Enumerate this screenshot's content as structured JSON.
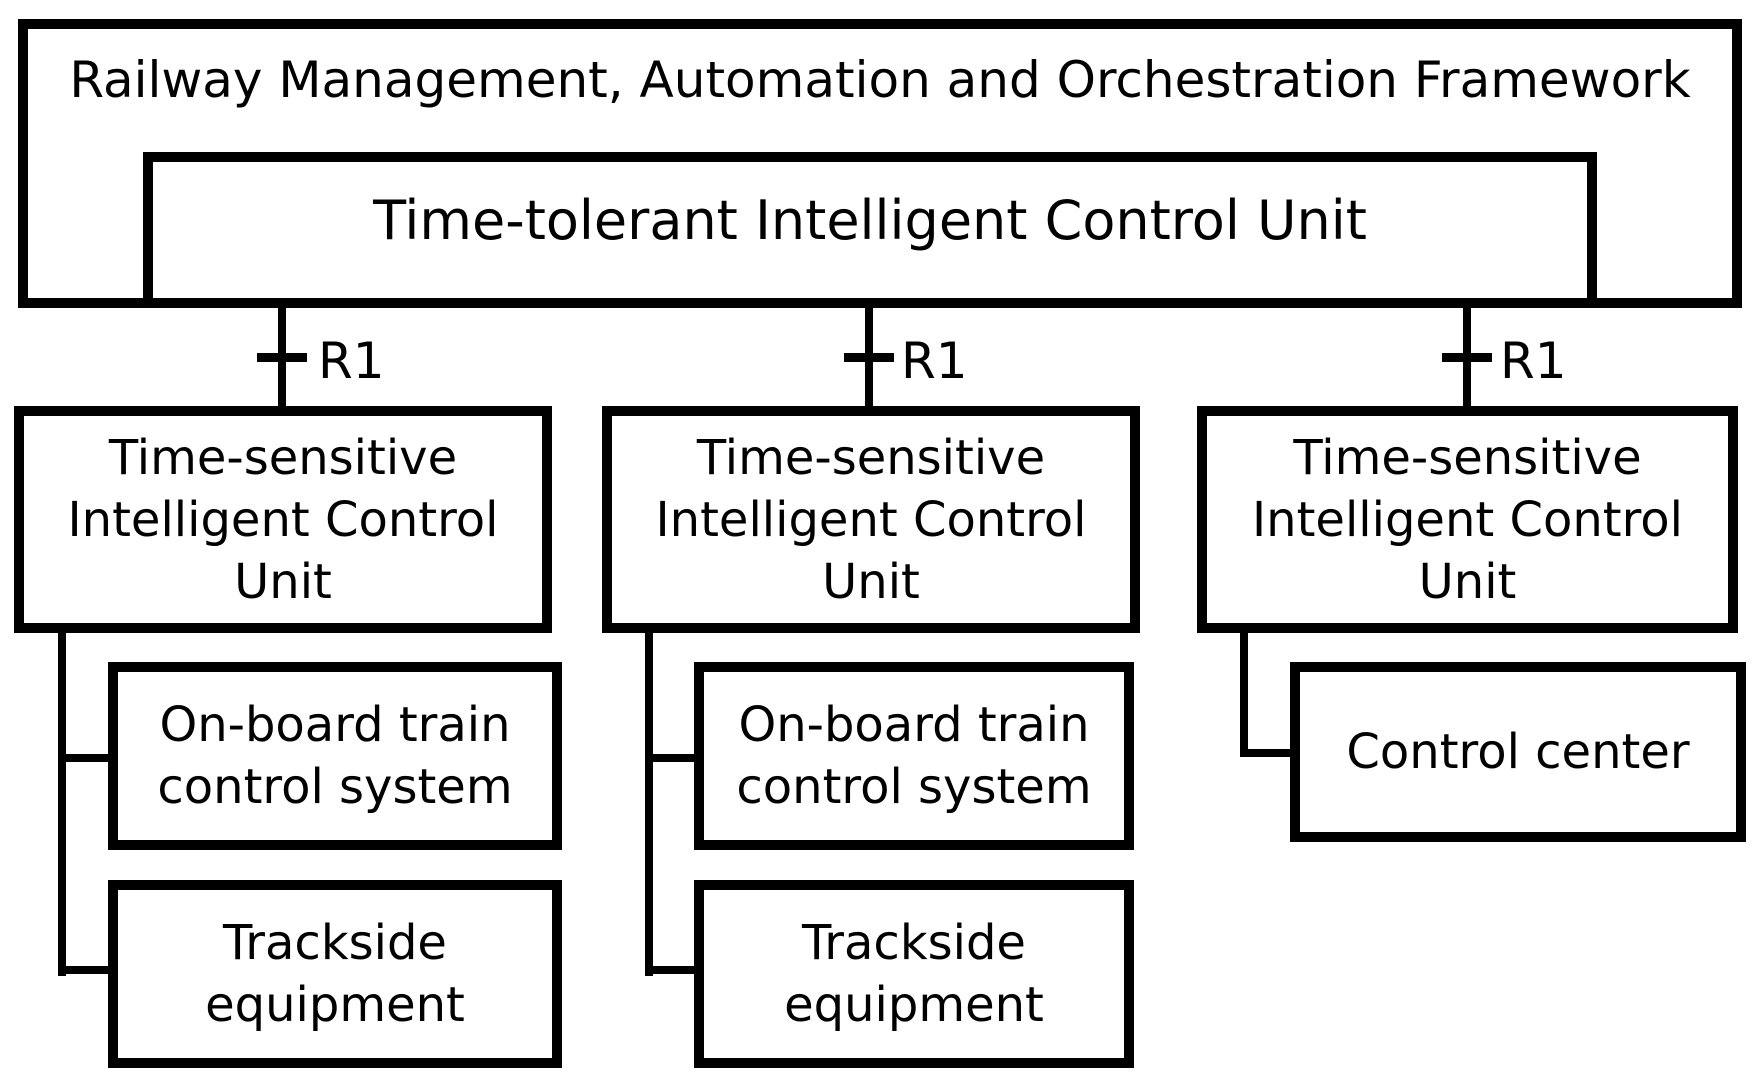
{
  "diagram": {
    "framework": {
      "label": "Railway Management, Automation and Orchestration Framework"
    },
    "time_tolerant_unit": {
      "label": "Time-tolerant Intelligent Control Unit"
    },
    "r1_label": "R1",
    "columns": [
      {
        "unit": {
          "label": "Time-sensitive Intelligent Control Unit",
          "lines": [
            "Time-sensitive",
            "Intelligent Control",
            "Unit"
          ]
        },
        "children": [
          {
            "label": "On-board train control system",
            "lines": [
              "On-board train",
              "control system"
            ]
          },
          {
            "label": "Trackside equipment",
            "lines": [
              "Trackside",
              "equipment"
            ]
          }
        ]
      },
      {
        "unit": {
          "label": "Time-sensitive Intelligent Control Unit",
          "lines": [
            "Time-sensitive",
            "Intelligent Control",
            "Unit"
          ]
        },
        "children": [
          {
            "label": "On-board train control system",
            "lines": [
              "On-board train",
              "control system"
            ]
          },
          {
            "label": "Trackside equipment",
            "lines": [
              "Trackside",
              "equipment"
            ]
          }
        ]
      },
      {
        "unit": {
          "label": "Time-sensitive Intelligent Control Unit",
          "lines": [
            "Time-sensitive",
            "Intelligent Control",
            "Unit"
          ]
        },
        "children": [
          {
            "label": "Control center",
            "lines": [
              "Control center"
            ]
          }
        ]
      }
    ],
    "colors": {
      "line": "#000000",
      "background": "#ffffff",
      "text": "#000000"
    }
  }
}
